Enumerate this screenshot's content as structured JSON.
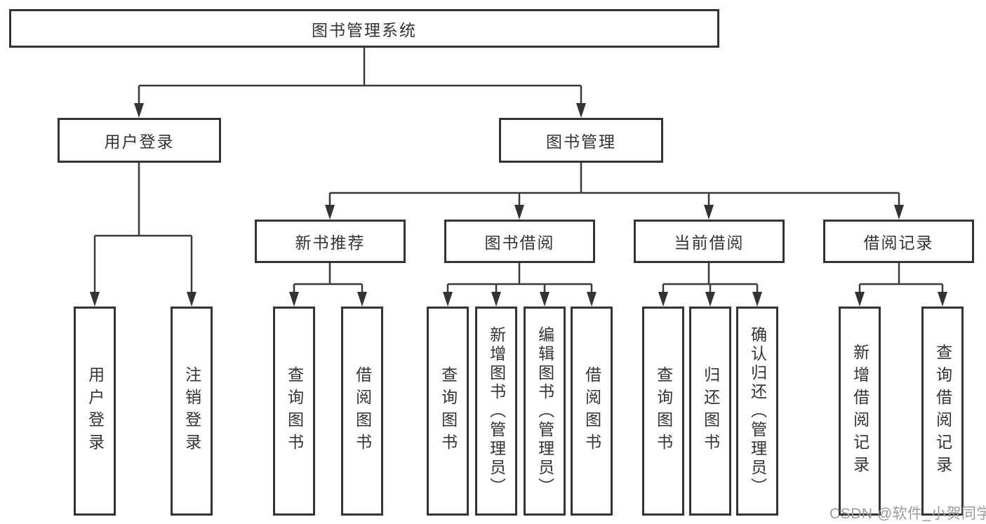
{
  "diagram": {
    "type": "tree",
    "root": {
      "label": "图书管理系统"
    },
    "level2": [
      {
        "label": "用户登录",
        "parent": "图书管理系统"
      },
      {
        "label": "图书管理",
        "parent": "图书管理系统"
      }
    ],
    "level3": [
      {
        "label": "新书推荐",
        "parent": "图书管理"
      },
      {
        "label": "图书借阅",
        "parent": "图书管理"
      },
      {
        "label": "当前借阅",
        "parent": "图书管理"
      },
      {
        "label": "借阅记录",
        "parent": "图书管理"
      }
    ],
    "leaves": [
      {
        "label": "用户登录",
        "parent": "用户登录"
      },
      {
        "label": "注销登录",
        "parent": "用户登录"
      },
      {
        "label": "查询图书",
        "parent": "新书推荐"
      },
      {
        "label": "借阅图书",
        "parent": "新书推荐"
      },
      {
        "label": "查询图书",
        "parent": "图书借阅"
      },
      {
        "label": "新增图书（管理员）",
        "parent": "图书借阅"
      },
      {
        "label": "编辑图书（管理员）",
        "parent": "图书借阅"
      },
      {
        "label": "借阅图书",
        "parent": "图书借阅"
      },
      {
        "label": "查询图书",
        "parent": "当前借阅"
      },
      {
        "label": "归还图书",
        "parent": "当前借阅"
      },
      {
        "label": "确认归还（管理员）",
        "parent": "当前借阅"
      },
      {
        "label": "新增借阅记录",
        "parent": "借阅记录"
      },
      {
        "label": "查询借阅记录",
        "parent": "借阅记录"
      }
    ]
  },
  "watermark": "CSDN @软件_小贺同学",
  "colors": {
    "background": "#ffffff",
    "box_border": "#333333",
    "text": "#333333",
    "connector_line": "#3a3a3a",
    "watermark": "#9b9b9b"
  }
}
